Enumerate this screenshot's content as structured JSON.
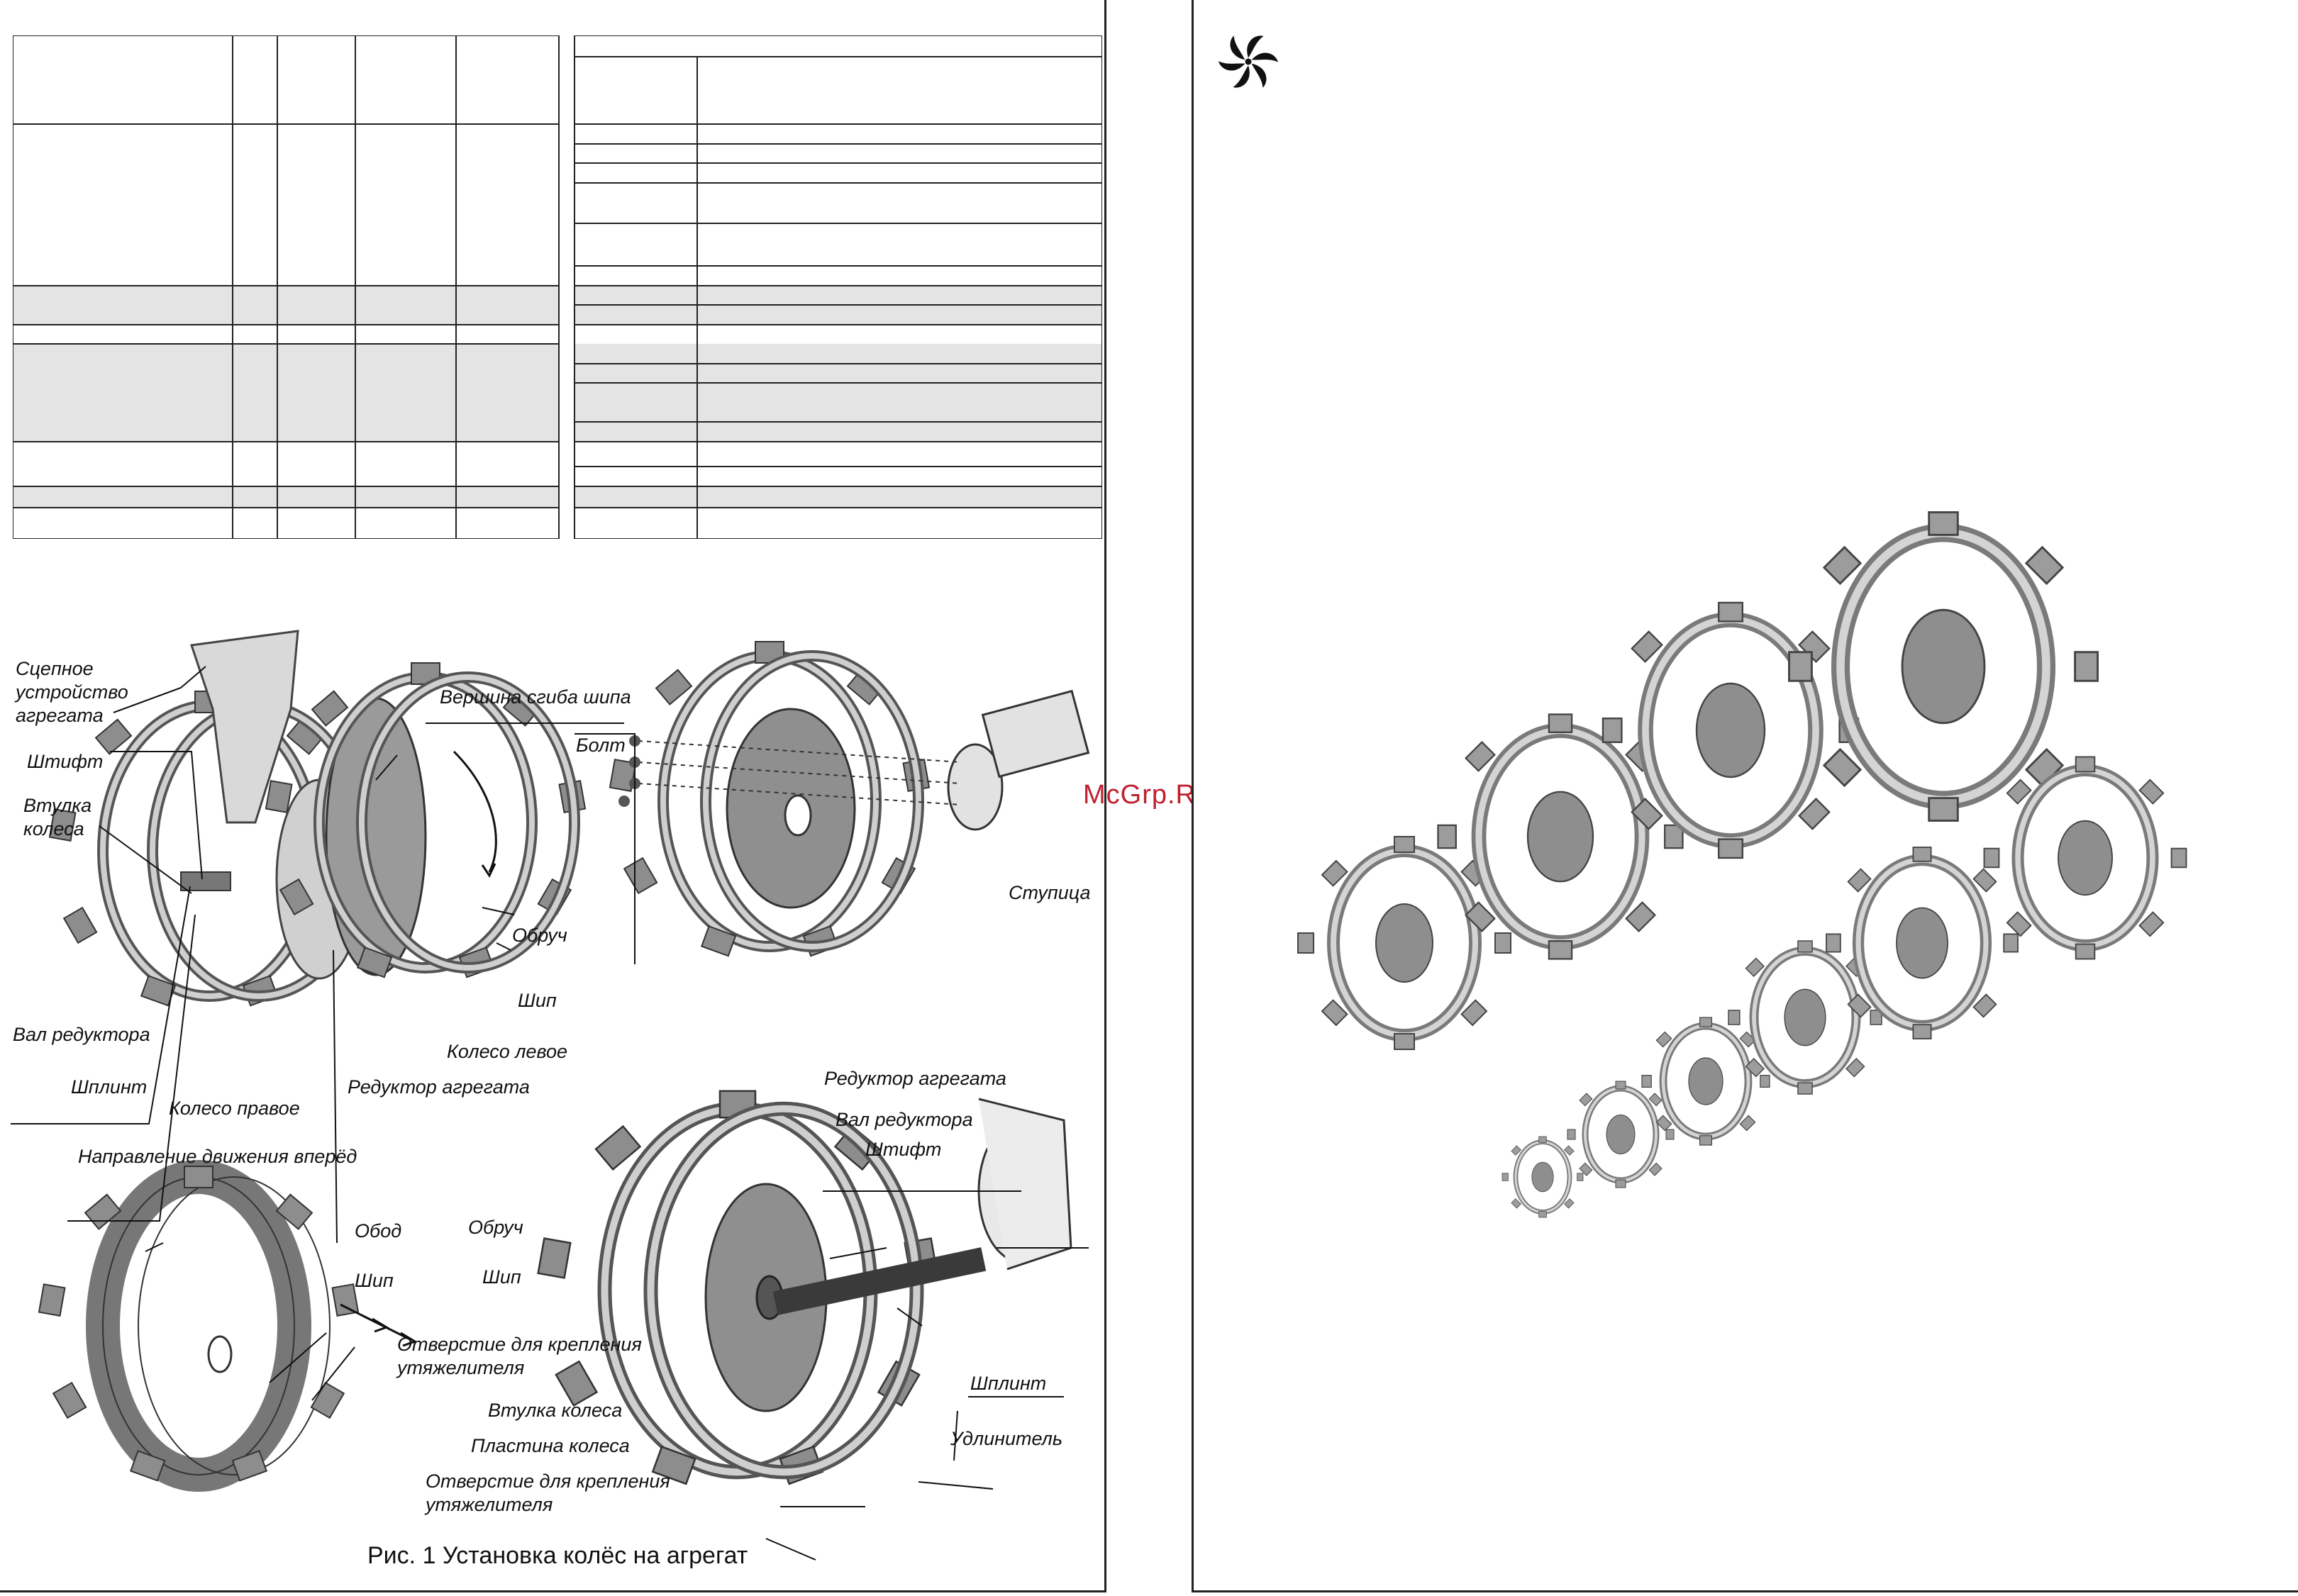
{
  "watermark": "McGrp.Ru",
  "figure": {
    "caption": "Рис. 1 Установка колёс на агрегат",
    "labels": {
      "hitch_line1": "Сцепное",
      "hitch_line2": "устройство",
      "hitch_line3": "агрегата",
      "pin_top": "Штифт",
      "hub_sleeve_top_line1": "Втулка",
      "hub_sleeve_top_line2": "колеса",
      "gear_shaft_top": "Вал редуктора",
      "cotter_top": "Шплинт",
      "wheel_right": "Колесо правое",
      "direction": "Направление движения вперёд",
      "lug_top_bend": "Вершина сгиба шипа",
      "hoop_top": "Обруч",
      "lug_top": "Шип",
      "wheel_left": "Колесо левое",
      "gearbox_top": "Редуктор агрегата",
      "bolt": "Болт",
      "hub": "Ступица",
      "gearbox_bottom": "Редуктор агрегата",
      "gear_shaft_bottom": "Вал редуктора",
      "pin_bottom": "Штифт",
      "rim": "Обод",
      "lug_rim": "Шип",
      "hoop_bottom": "Обруч",
      "lug_bottom": "Шип",
      "weight_hole_1_line1": "Отверстие для крепления",
      "weight_hole_1_line2": "утяжелителя",
      "hub_sleeve_bottom": "Втулка колеса",
      "wheel_plate": "Пластина колеса",
      "weight_hole_2_line1": "Отверстие для крепления",
      "weight_hole_2_line2": "утяжелителя",
      "cotter_bottom": "Шплинт",
      "extension": "Удлинитель"
    }
  },
  "colors": {
    "ink": "#111111",
    "metal": "#9a9a9a",
    "metal_dark": "#6e6e6e",
    "metal_light": "#cfcfcf",
    "table_shade": "#e4e4e4",
    "watermark": "#c0202f"
  },
  "icons": {
    "logo": "pinwheel-logo-icon"
  }
}
